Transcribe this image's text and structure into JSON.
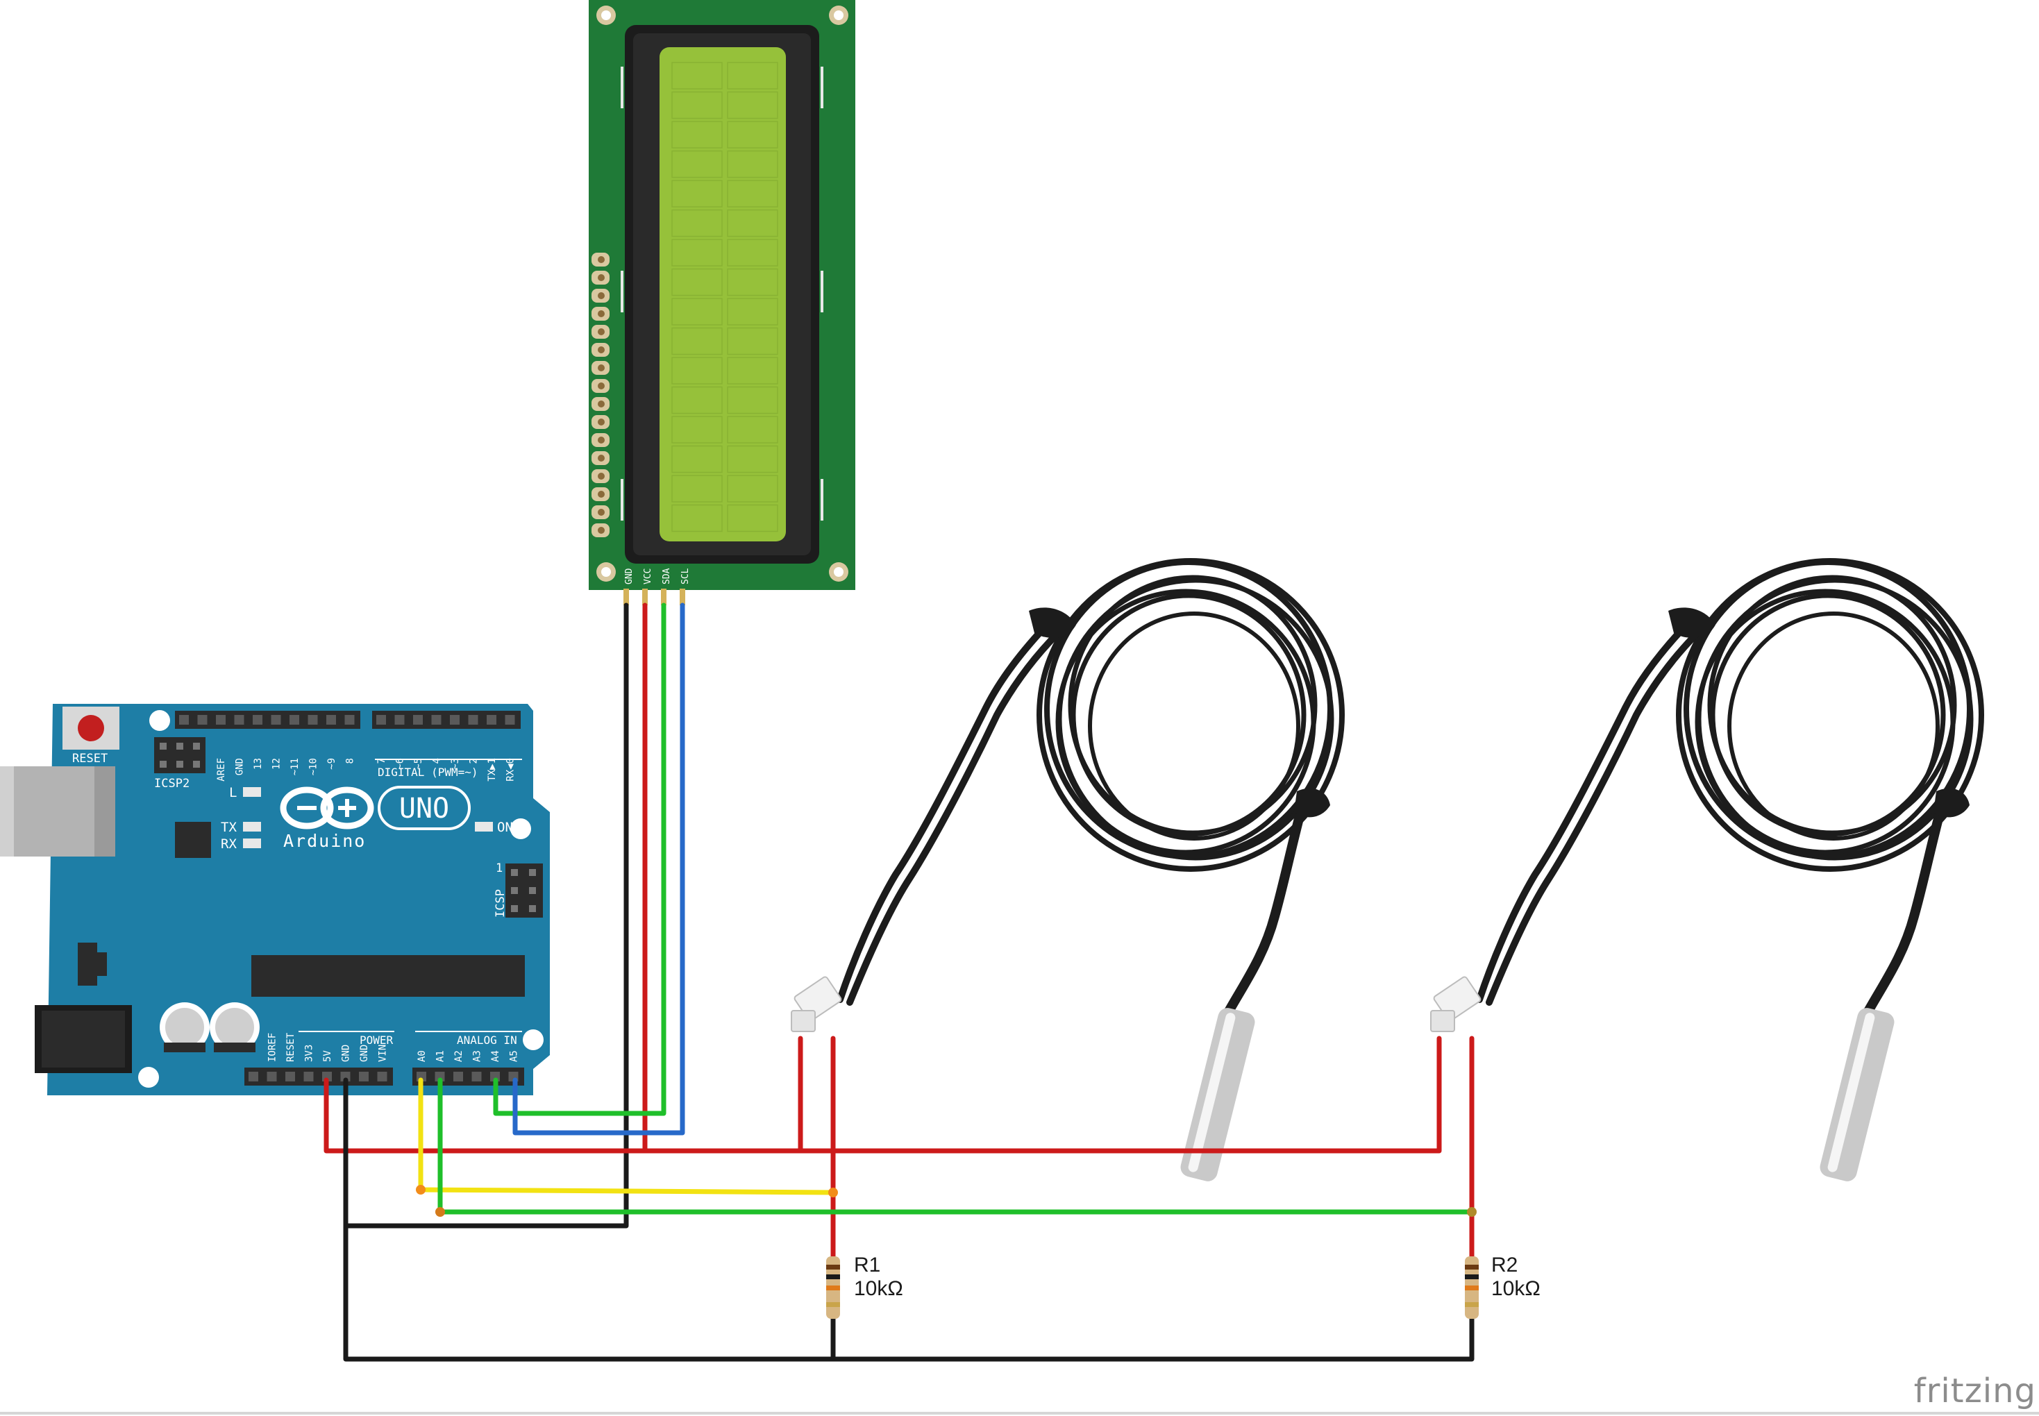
{
  "lcd": {
    "pins": [
      "GND",
      "VCC",
      "SDA",
      "SCL"
    ]
  },
  "arduino": {
    "reset_label": "RESET",
    "icsp2_label": "ICSP2",
    "icsp_label": "ICSP",
    "icsp_pin1": "1",
    "l_label": "L",
    "tx_label": "TX",
    "rx_label": "RX",
    "on_label": "ON",
    "uno_label": "UNO",
    "brand": "Arduino",
    "digital_title": "DIGITAL (PWM=~)",
    "power_title": "POWER",
    "analog_title": "ANALOG IN",
    "digital_pins_left": [
      "AREF",
      "GND",
      "13",
      "12",
      "~11",
      "~10",
      "~9",
      "8"
    ],
    "digital_pins_right": [
      "7",
      "~6",
      "~5",
      "4",
      "~3",
      "2",
      "TX▶1",
      "RX◀0"
    ],
    "power_pins": [
      "IOREF",
      "RESET",
      "3V3",
      "5V",
      "GND",
      "GND",
      "VIN"
    ],
    "analog_pins": [
      "A0",
      "A1",
      "A2",
      "A3",
      "A4",
      "A5"
    ]
  },
  "resistors": [
    {
      "ref": "R1",
      "value": "10kΩ"
    },
    {
      "ref": "R2",
      "value": "10kΩ"
    }
  ],
  "watermark": "fritzing",
  "colors": {
    "pcb_blue": "#1e7ea6",
    "lcd_pcb_green": "#1f7a37",
    "lcd_screen": "#96c13a",
    "wire_red": "#cc1a1a",
    "wire_black": "#1a1a1a",
    "wire_green": "#1fbf2a",
    "wire_blue": "#2769c9",
    "wire_yellow": "#f2e212"
  }
}
